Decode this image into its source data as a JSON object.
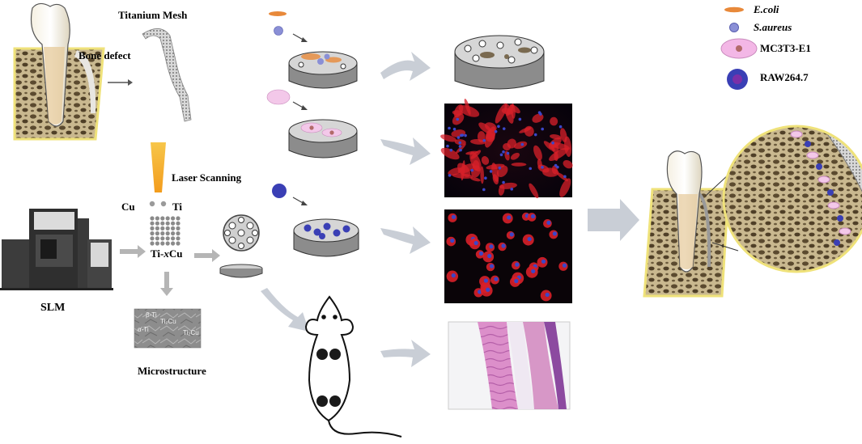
{
  "labels": {
    "titanium_mesh": "Titanium Mesh",
    "bone_defect": "Bone defect",
    "laser_scanning": "Laser Scanning",
    "cu": "Cu",
    "ti": "Ti",
    "alloy_prefix": "Ti-",
    "alloy_x": "x",
    "alloy_suffix": "Cu",
    "slm": "SLM",
    "microstructure": "Microstructure"
  },
  "microstructure_labels": {
    "beta_ti": "β-Ti",
    "alpha_ti": "α-Ti",
    "ti2cu_a": "Ti₂Cu",
    "ti2cu_b": "Ti₂Cu"
  },
  "legend": [
    {
      "label": "E.coli",
      "italic": true,
      "icon": "rod-bacterium-icon",
      "color": "#e8893a"
    },
    {
      "label": "S.aureus",
      "italic": true,
      "icon": "coccus-bacterium-icon",
      "color": "#8a8fd6"
    },
    {
      "label": "MC3T3-E1",
      "italic": false,
      "icon": "osteoblast-cell-icon",
      "color": "#f3b7e6"
    },
    {
      "label": "RAW264.7",
      "italic": false,
      "icon": "macrophage-cell-icon",
      "color": "#3a3fb5"
    }
  ],
  "colors": {
    "disc_side": "#8c8c8c",
    "disc_top": "#d6d6d6",
    "arrow_fill": "#c9ced6",
    "bone": "#b5a47e",
    "gum_outline": "#efe27a",
    "mesh": "#9a9a9a",
    "fluorescence_red": "#d8202a",
    "nucleus_blue": "#3b47c8",
    "he_pink": "#d98bc4"
  }
}
